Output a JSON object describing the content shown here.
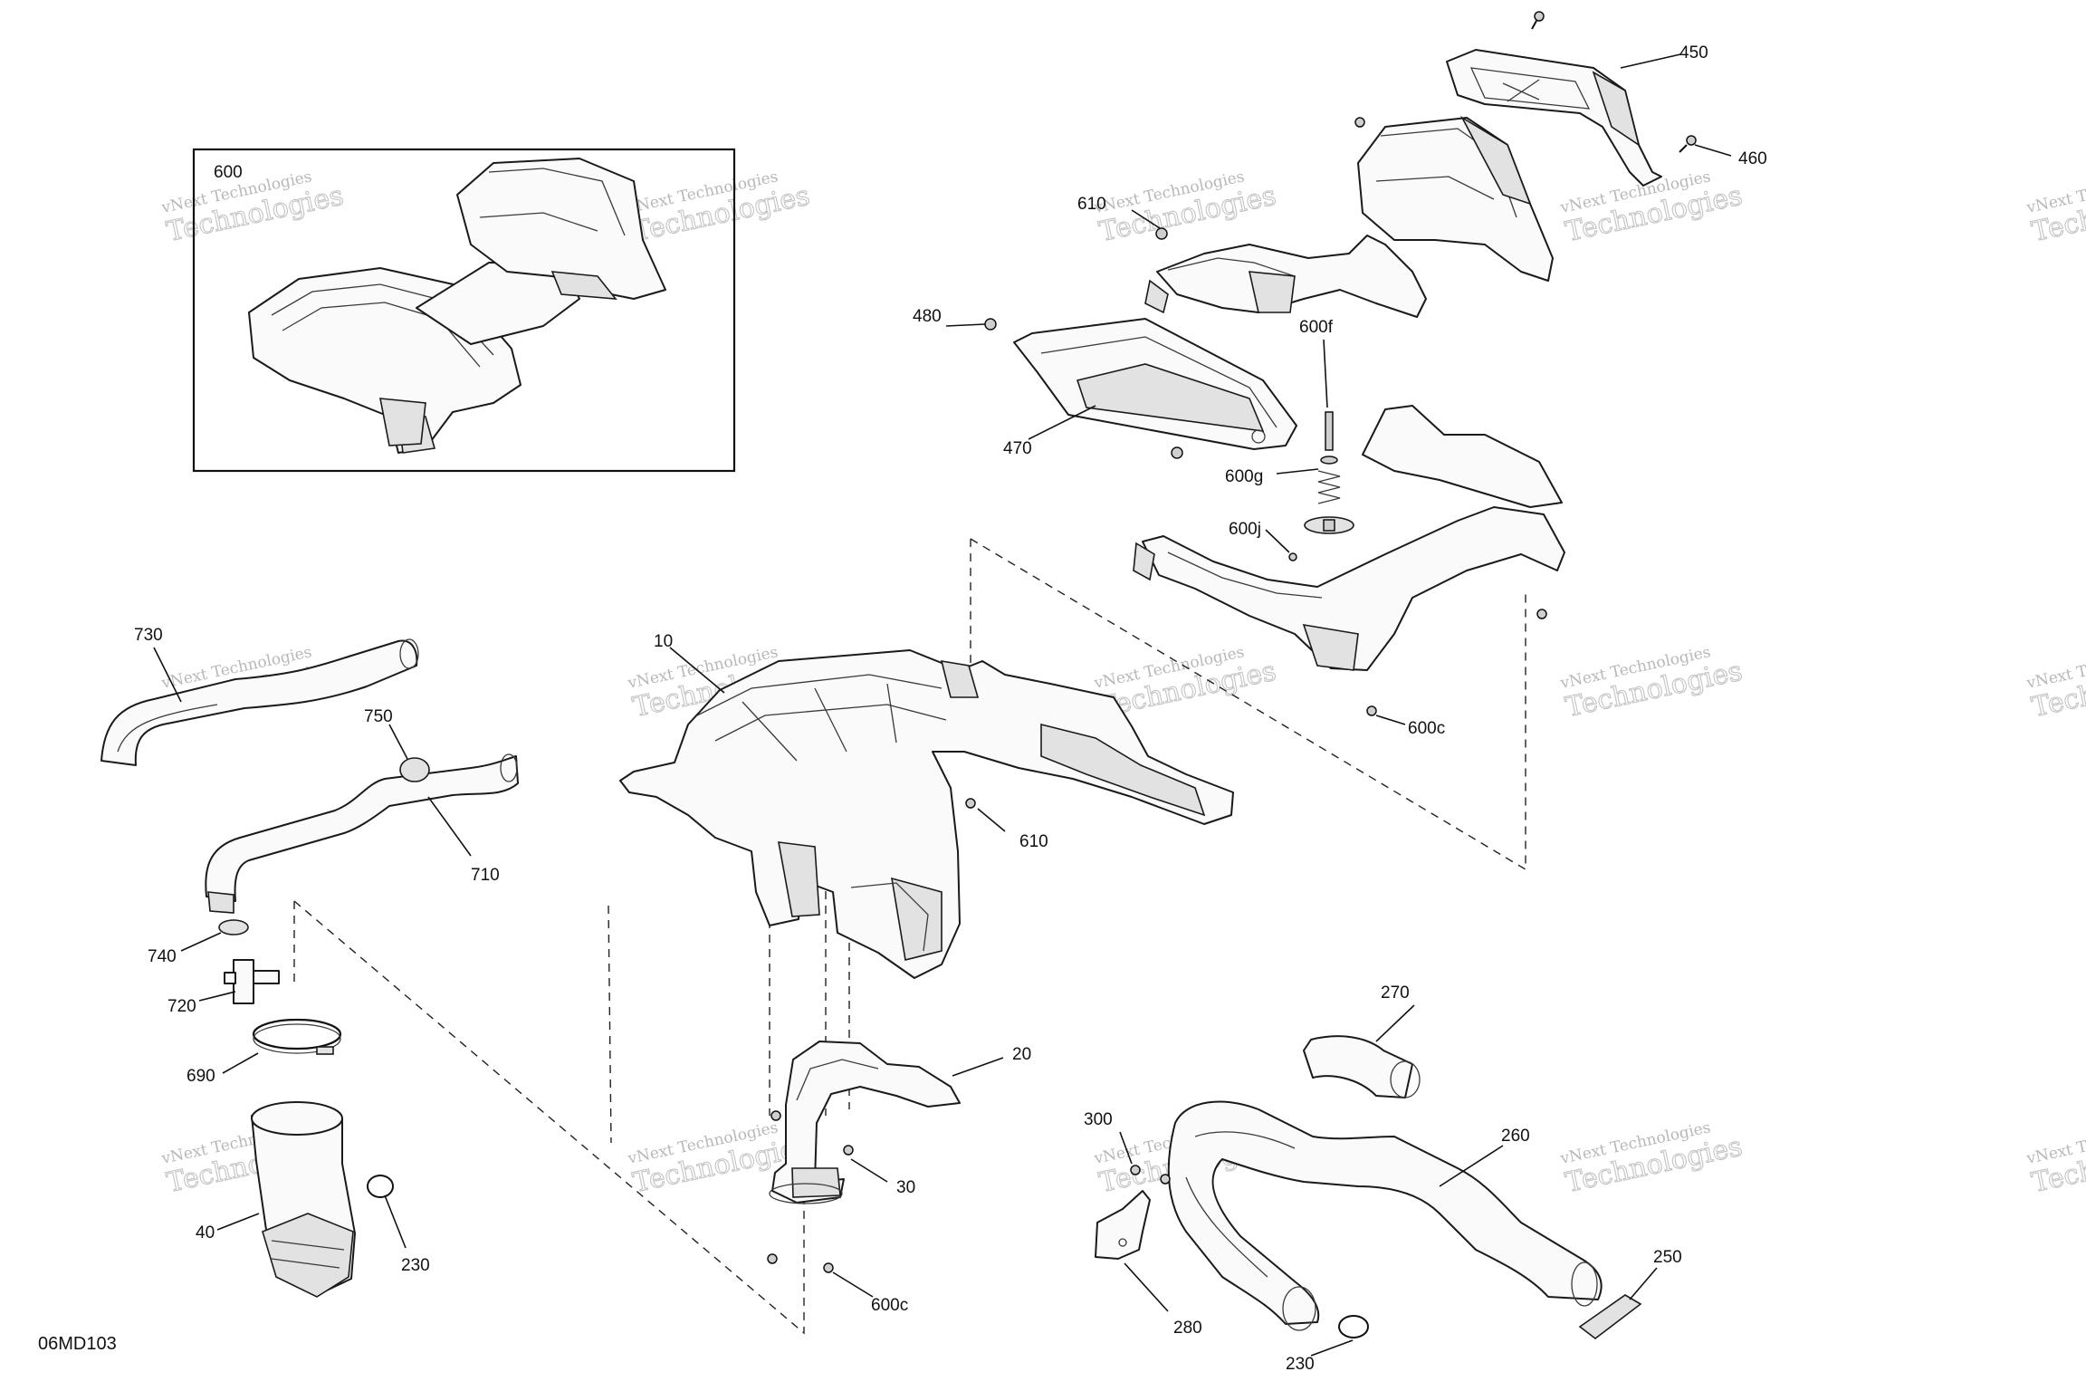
{
  "diagram": {
    "code": "06MD103",
    "inset_label": "600",
    "watermark": {
      "line1": "vNext Technologies",
      "line2": "Technologies",
      "line3": "vNext"
    },
    "callouts": {
      "c450": "450",
      "c460": "460",
      "c610a": "610",
      "c480": "480",
      "c470": "470",
      "c600f": "600f",
      "c600g": "600g",
      "c600j": "600j",
      "c600c_a": "600c",
      "c730": "730",
      "c10": "10",
      "c750": "750",
      "c610b": "610",
      "c710": "710",
      "c740": "740",
      "c720": "720",
      "c690": "690",
      "c20": "20",
      "c270": "270",
      "c300": "300",
      "c260": "260",
      "c30": "30",
      "c40": "40",
      "c230a": "230",
      "c600c_b": "600c",
      "c280": "280",
      "c250": "250",
      "c230b": "230"
    }
  }
}
